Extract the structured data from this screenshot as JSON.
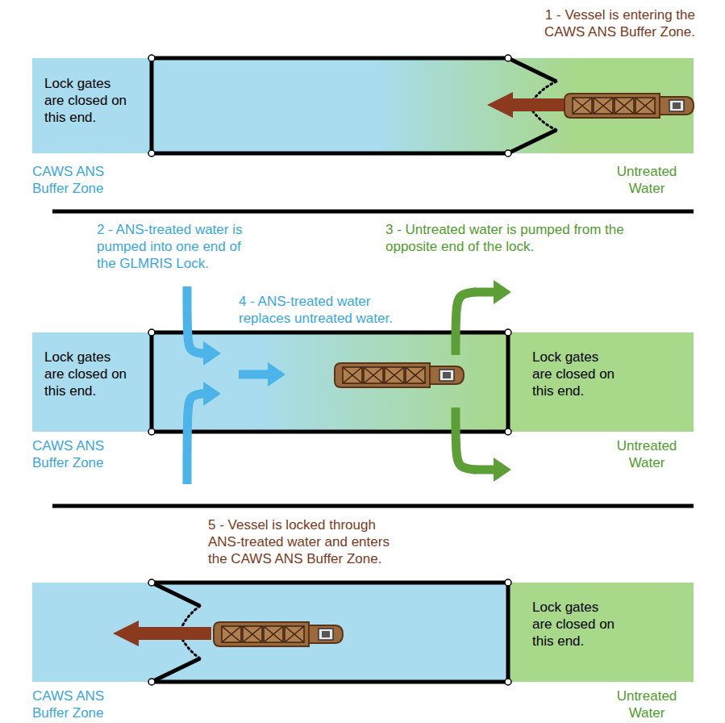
{
  "diagram": {
    "labels": [
      "1 - Vessel is entering the CAWS ANS Buffer Zone.",
      "Lock gates are closed on this end.",
      "CAWS ANS Buffer Zone",
      "Untreated Water",
      "2 - ANS-treated water is pumped into one end of the GLMRIS Lock.",
      "3 - Untreated water is pumped from the opposite end of the lock.",
      "4 - ANS-treated water replaces untreated water.",
      "Lock gates are closed on this end.",
      "Lock gates are closed on this end.",
      "CAWS ANS Buffer Zone",
      "Untreated Water",
      "5 - Vessel is locked through ANS-treated water and enters the CAWS ANS Buffer Zone.",
      "Lock gates are closed on this end.",
      "CAWS ANS Buffer Zone",
      "Untreated Water"
    ]
  }
}
